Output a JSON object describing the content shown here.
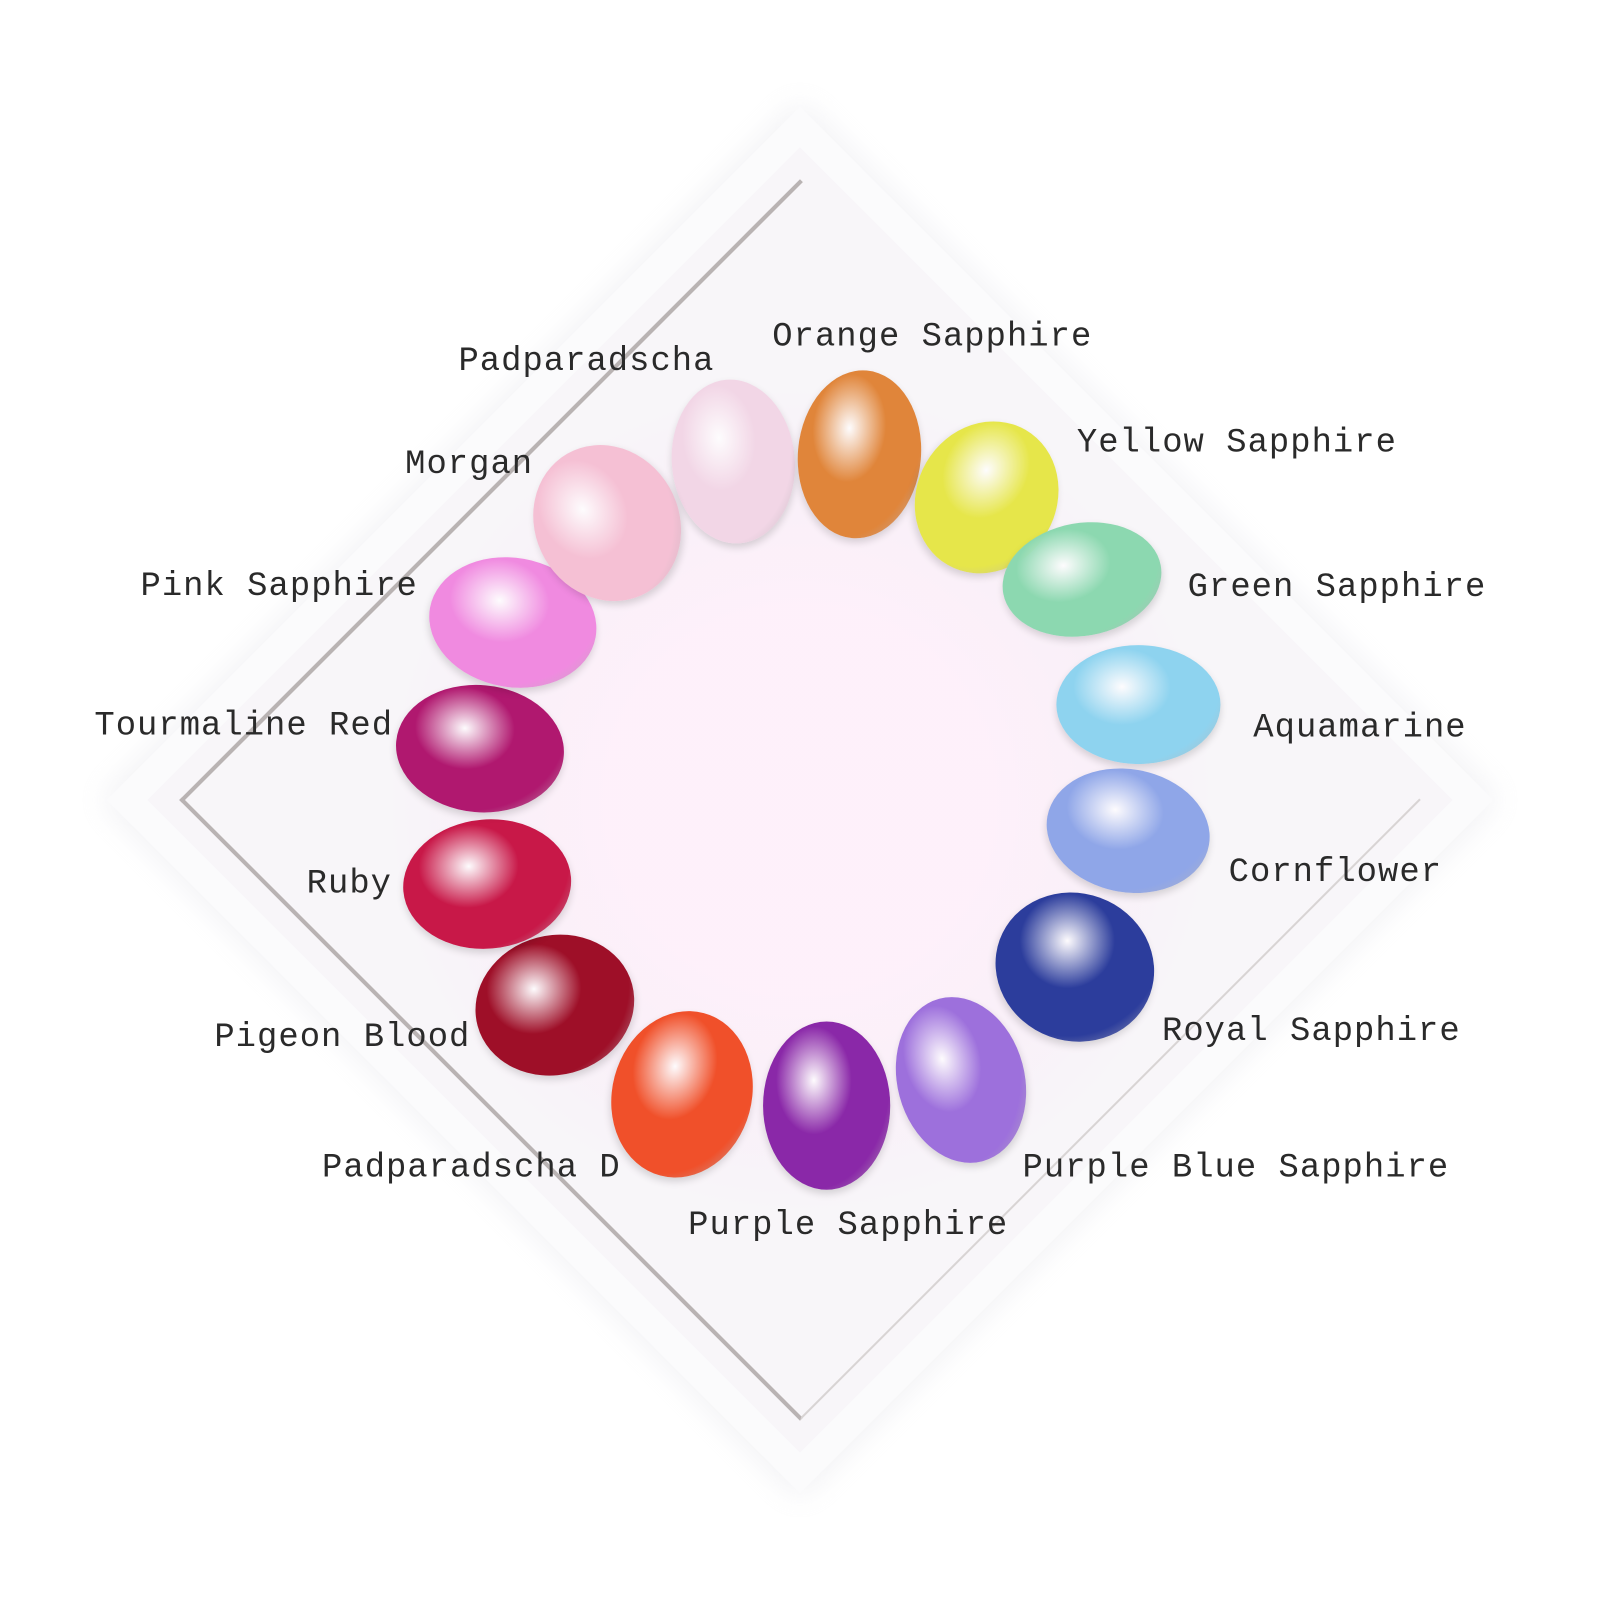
{
  "gems": [
    {
      "name": "Padparadscha",
      "color": "#f2d6e6"
    },
    {
      "name": "Orange Sapphire",
      "color": "#e0853a"
    },
    {
      "name": "Yellow Sapphire",
      "color": "#e6e64a"
    },
    {
      "name": "Green Sapphire",
      "color": "#8cd8b0"
    },
    {
      "name": "Aquamarine",
      "color": "#8ed3ef"
    },
    {
      "name": "Cornflower",
      "color": "#8fa6e8"
    },
    {
      "name": "Royal Sapphire",
      "color": "#2c3d9c"
    },
    {
      "name": "Purple Blue Sapphire",
      "color": "#9d70dc"
    },
    {
      "name": "Purple Sapphire",
      "color": "#8a28a8"
    },
    {
      "name": "Padparadscha D",
      "color": "#f0502a"
    },
    {
      "name": "Pigeon Blood",
      "color": "#9e0f28"
    },
    {
      "name": "Ruby",
      "color": "#c81848"
    },
    {
      "name": "Tourmaline Red",
      "color": "#b0186f"
    },
    {
      "name": "Pink Sapphire",
      "color": "#f08ae0"
    },
    {
      "name": "Morgan",
      "color": "#f5c0d4"
    }
  ]
}
